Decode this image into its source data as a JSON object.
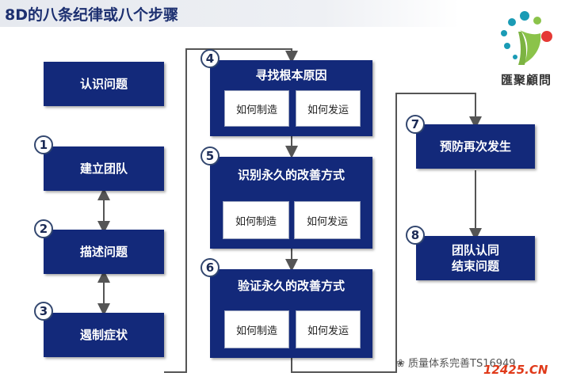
{
  "title": "8D的八条纪律或八个步骤",
  "steps": {
    "s0": {
      "label": "认识问题"
    },
    "s1": {
      "num": "1",
      "label": "建立团队"
    },
    "s2": {
      "num": "2",
      "label": "描述问题"
    },
    "s3": {
      "num": "3",
      "label": "遏制症状"
    },
    "s4": {
      "num": "4",
      "label": "寻找根本原因",
      "sub1": "如何制造",
      "sub2": "如何发运"
    },
    "s5": {
      "num": "5",
      "label": "识别永久的改善方式",
      "sub1": "如何制造",
      "sub2": "如何发运"
    },
    "s6": {
      "num": "6",
      "label": "验证永久的改善方式",
      "sub1": "如何制造",
      "sub2": "如何发运"
    },
    "s7": {
      "num": "7",
      "label": "预防再次发生"
    },
    "s8": {
      "num": "8",
      "label_line1": "团队认同",
      "label_line2": "结束问题"
    }
  },
  "logo": {
    "text": "匯聚顧問",
    "colors": [
      "#1a9bb5",
      "#8bc34a",
      "#e53935",
      "#555555"
    ]
  },
  "watermark": {
    "text": "质量体系完善TS16949",
    "site": "12425.CN"
  }
}
